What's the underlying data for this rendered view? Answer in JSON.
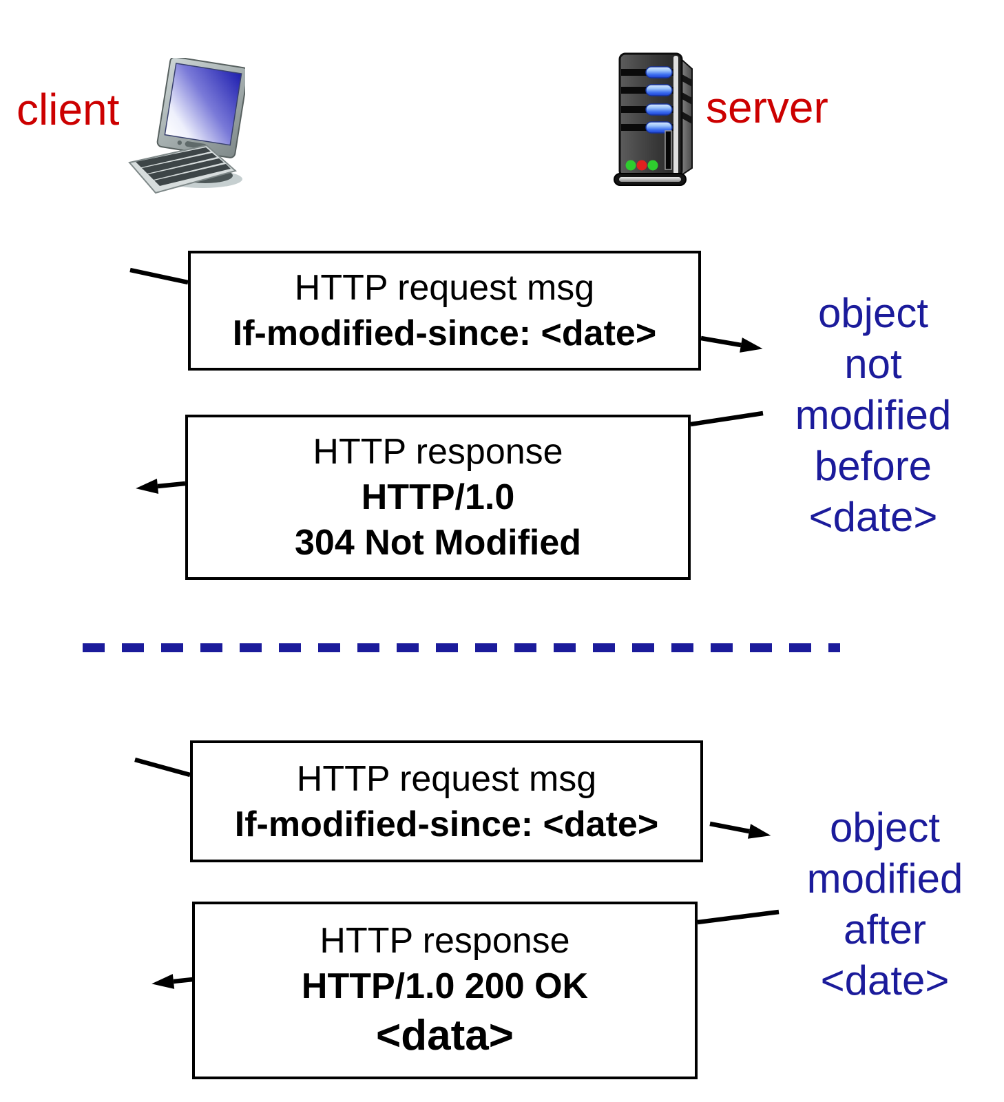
{
  "actors": {
    "client_label": "client",
    "server_label": "server"
  },
  "scenario_1": {
    "request_box": {
      "line1": "HTTP request msg",
      "line2": "If-modified-since: <date>"
    },
    "response_box": {
      "line1": "HTTP response",
      "line2": "HTTP/1.0",
      "line3": "304 Not Modified"
    },
    "server_note_lines": [
      "object",
      "not",
      "modified",
      "before",
      "<date>"
    ]
  },
  "scenario_2": {
    "request_box": {
      "line1": "HTTP request msg",
      "line2": "If-modified-since: <date>"
    },
    "response_box": {
      "line1": "HTTP response",
      "line2": "HTTP/1.0 200 OK",
      "line3": "<data>"
    },
    "server_note_lines": [
      "object",
      "modified",
      "after",
      "<date>"
    ]
  },
  "colors": {
    "actor_label": "#cc0000",
    "note_text": "#1b1b9b",
    "dashed_line": "#1b1b9b",
    "diagram_line": "#000000",
    "box_border": "#000000"
  }
}
